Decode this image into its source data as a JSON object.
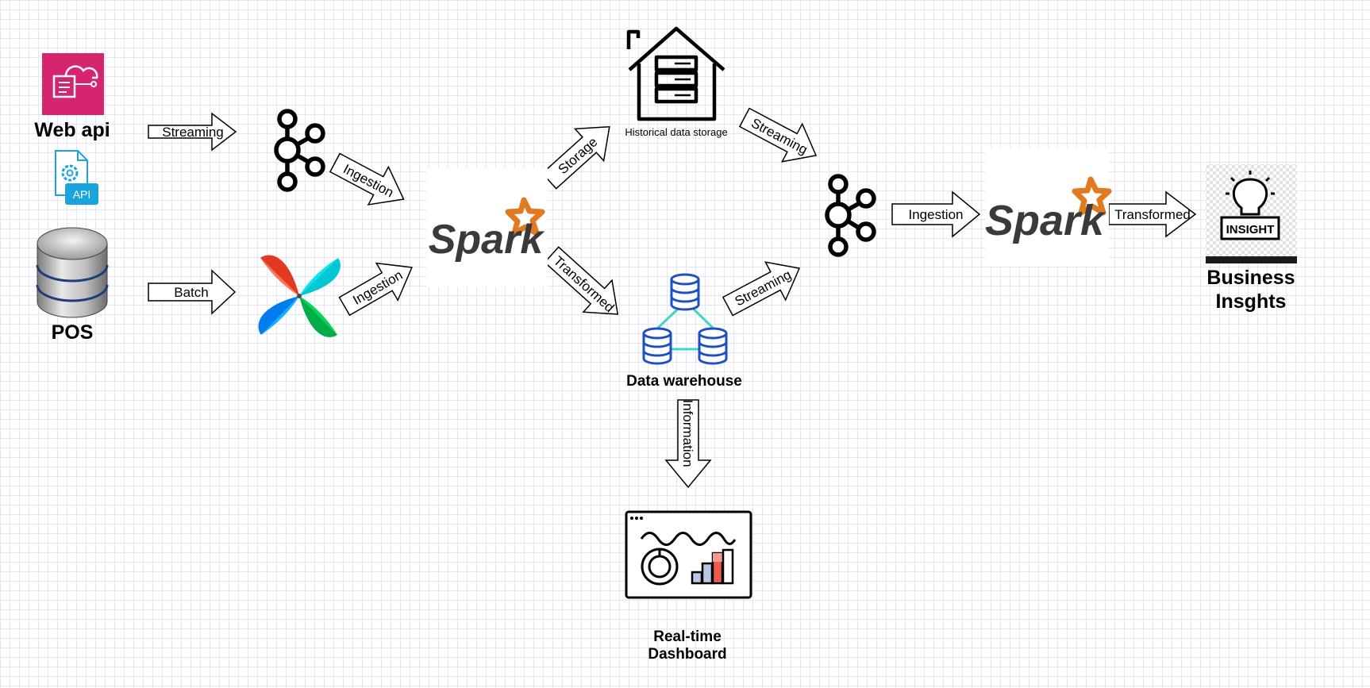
{
  "nodes": {
    "web_api": "Web api",
    "api_badge": "API",
    "pos": "POS",
    "historical_storage": "Historical data storage",
    "data_warehouse": "Data warehouse",
    "dashboard_line1": "Real-time",
    "dashboard_line2": "Dashboard",
    "business_line1": "Business",
    "business_line2": "Insghts",
    "spark_wordmark": "Spark",
    "insight_badge": "INSIGHT"
  },
  "arrows": {
    "web_to_kafka": "Streaming",
    "pos_to_airflow": "Batch",
    "kafka_to_spark": "Ingestion",
    "airflow_to_spark": "Ingestion",
    "spark_to_storage": "Storage",
    "spark_to_warehouse": "Transformed",
    "storage_to_kafka": "Streaming",
    "warehouse_to_kafka": "Streaming",
    "kafka_to_spark2": "Ingestion",
    "spark2_to_insights": "Transformed",
    "warehouse_to_dashboard": "Information"
  },
  "colors": {
    "aws_pink": "#d6246e",
    "api_blue": "#1aa4de",
    "spark_orange": "#e07b22",
    "spark_text": "#3a3a3a",
    "warehouse_blue": "#1e4fc7",
    "warehouse_link": "#3ed6c8",
    "grid": "#e6e6f3"
  },
  "icons": {
    "web_api": "aws-cloud-app-icon",
    "api_doc": "api-document-icon",
    "pos": "database-cylinder-icon",
    "kafka": "kafka-icon",
    "airflow": "airflow-pinwheel-icon",
    "spark": "spark-logo-icon",
    "storage": "house-server-icon",
    "warehouse": "distributed-database-icon",
    "dashboard": "dashboard-icon",
    "insight": "lightbulb-insight-icon"
  }
}
